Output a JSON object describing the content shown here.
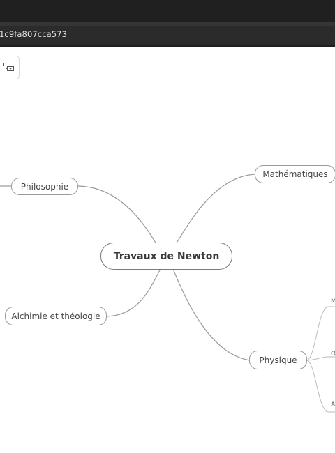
{
  "browser": {
    "url_fragment": "1c9fa807cca573"
  },
  "toolbar": {
    "tool_icon": "layout-icon"
  },
  "mindmap": {
    "central": "Travaux de Newton",
    "branches": {
      "philosophie": "Philosophie",
      "mathematiques": "Mathématiques",
      "alchimie": "Alchimie et théologie",
      "physique": "Physique"
    },
    "physique_children": [
      "M",
      "O",
      "A"
    ]
  },
  "colors": {
    "topbar": "#202020",
    "addressbar": "#2b2b2b",
    "node_border": "#9a9a9a",
    "link": "#9a9a9a"
  }
}
